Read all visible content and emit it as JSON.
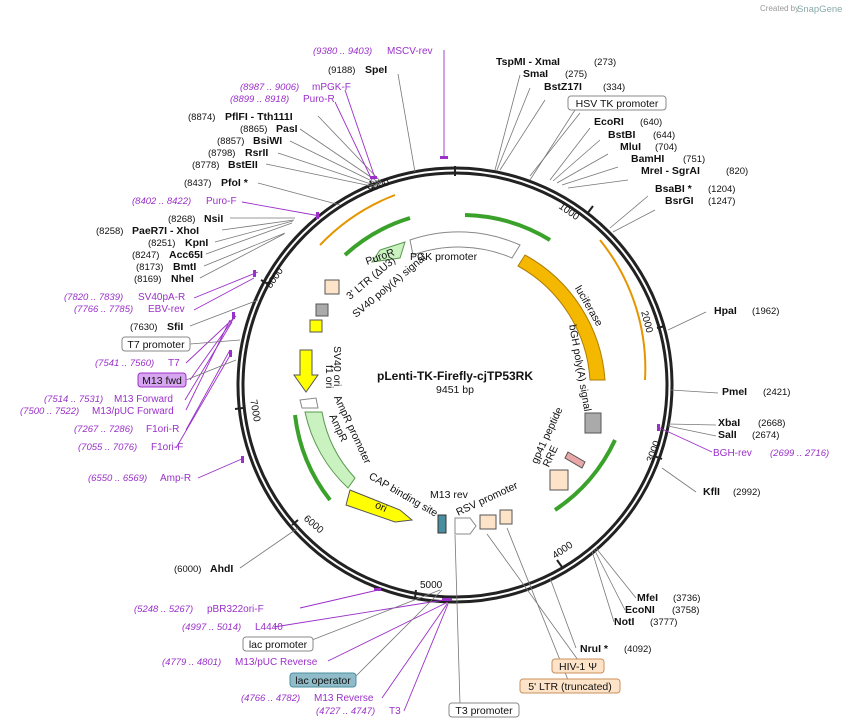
{
  "brand": {
    "created_by": "Created by",
    "name": "SnapGene"
  },
  "plasmid": {
    "name": "pLenti-TK-Firefly-cjTP53RK",
    "size": "9451 bp"
  },
  "ticks": [
    "1000",
    "2000",
    "3000",
    "4000",
    "5000",
    "6000",
    "7000",
    "8000",
    "9000"
  ],
  "enzymes_right": [
    {
      "name": "TspMI  - XmaI",
      "pos": "(273)"
    },
    {
      "name": "SmaI",
      "pos": "(275)"
    },
    {
      "name": "BstZ17I",
      "pos": "(334)"
    },
    {
      "name": "EcoRI",
      "pos": "(640)"
    },
    {
      "name": "BstBI",
      "pos": "(644)"
    },
    {
      "name": "MluI",
      "pos": "(704)"
    },
    {
      "name": "BamHI",
      "pos": "(751)"
    },
    {
      "name": "MreI  - SgrAI",
      "pos": "(820)"
    },
    {
      "name": "BsaBI *",
      "pos": "(1204)"
    },
    {
      "name": "BsrGI",
      "pos": "(1247)"
    },
    {
      "name": "HpaI",
      "pos": "(1962)"
    },
    {
      "name": "PmeI",
      "pos": "(2421)"
    },
    {
      "name": "XbaI",
      "pos": "(2668)"
    },
    {
      "name": "SalI",
      "pos": "(2674)"
    },
    {
      "name": "KflI",
      "pos": "(2992)"
    },
    {
      "name": "MfeI",
      "pos": "(3736)"
    },
    {
      "name": "EcoNI",
      "pos": "(3758)"
    },
    {
      "name": "NotI",
      "pos": "(3777)"
    },
    {
      "name": "NruI *",
      "pos": "(4092)"
    }
  ],
  "enzymes_left": [
    {
      "name": "SpeI",
      "pos": "(9188)"
    },
    {
      "name": "PflFI  - Tth111I",
      "pos": "(8874)"
    },
    {
      "name": "PasI",
      "pos": "(8865)"
    },
    {
      "name": "BsiWI",
      "pos": "(8857)"
    },
    {
      "name": "RsrII",
      "pos": "(8798)"
    },
    {
      "name": "BstEII",
      "pos": "(8778)"
    },
    {
      "name": "PfoI *",
      "pos": "(8437)"
    },
    {
      "name": "NsiI",
      "pos": "(8268)"
    },
    {
      "name": "PaeR7I  - XhoI",
      "pos": "(8258)"
    },
    {
      "name": "KpnI",
      "pos": "(8251)"
    },
    {
      "name": "Acc65I",
      "pos": "(8247)"
    },
    {
      "name": "BmtI",
      "pos": "(8173)"
    },
    {
      "name": "NheI",
      "pos": "(8169)"
    },
    {
      "name": "SfiI",
      "pos": "(7630)"
    },
    {
      "name": "AhdI",
      "pos": "(6000)"
    }
  ],
  "primers": [
    {
      "name": "MSCV-rev",
      "pos": "(9380 .. 9403)"
    },
    {
      "name": "mPGK-F",
      "pos": "(8987 .. 9006)"
    },
    {
      "name": "Puro-R",
      "pos": "(8899 .. 8918)"
    },
    {
      "name": "Puro-F",
      "pos": "(8402 .. 8422)"
    },
    {
      "name": "SV40pA-R",
      "pos": "(7820 .. 7839)"
    },
    {
      "name": "EBV-rev",
      "pos": "(7766 .. 7785)"
    },
    {
      "name": "T7",
      "pos": "(7541 .. 7560)"
    },
    {
      "name": "M13 Forward",
      "pos": "(7514 .. 7531)"
    },
    {
      "name": "M13/pUC Forward",
      "pos": "(7500 .. 7522)"
    },
    {
      "name": "F1ori-R",
      "pos": "(7267 .. 7286)"
    },
    {
      "name": "F1ori-F",
      "pos": "(7055 .. 7076)"
    },
    {
      "name": "Amp-R",
      "pos": "(6550 .. 6569)"
    },
    {
      "name": "pBR322ori-F",
      "pos": "(5248 .. 5267)"
    },
    {
      "name": "L4440",
      "pos": "(4997 .. 5014)"
    },
    {
      "name": "M13/pUC Reverse",
      "pos": "(4779 .. 4801)"
    },
    {
      "name": "M13 Reverse",
      "pos": "(4766 .. 4782)"
    },
    {
      "name": "T3",
      "pos": "(4727 .. 4747)"
    },
    {
      "name": "BGH-rev",
      "pos": "(2699 .. 2716)"
    }
  ],
  "boxed_labels": [
    {
      "name": "HSV TK promoter"
    },
    {
      "name": "T7 promoter"
    },
    {
      "name": "M13 fwd"
    },
    {
      "name": "lac promoter"
    },
    {
      "name": "lac operator"
    },
    {
      "name": "HIV-1 Ψ"
    },
    {
      "name": "5' LTR (truncated)"
    },
    {
      "name": "T3 promoter"
    }
  ],
  "inner_features": {
    "pgk": "PGK promoter",
    "puro": "PuroR",
    "ltr3": "3' LTR (ΔU3)",
    "sv40pa": "SV40 poly(A) signal",
    "sv40ori": "SV40 ori",
    "f1ori": "f1 ori",
    "ampr_prom": "AmpR promoter",
    "ampr": "AmpR",
    "cap": "CAP binding site",
    "ori": "ori",
    "m13rev": "M13 rev",
    "rsv": "RSV promoter",
    "rre": "RRE",
    "gp41": "gp41 peptide",
    "bgh": "bGH poly(A) signal",
    "luc": "luciferase"
  }
}
